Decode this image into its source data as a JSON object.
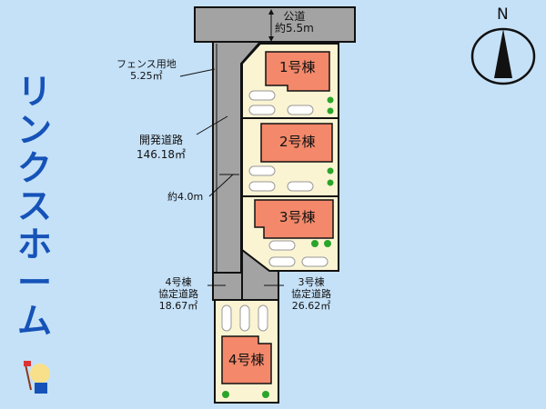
{
  "compass": {
    "label": "N"
  },
  "brand": {
    "name_chars": [
      "リ",
      "ン",
      "ク",
      "ス",
      "ホ",
      "ー",
      "ム"
    ],
    "color": "#1553b8"
  },
  "public_road": {
    "line1": "公道",
    "line2": "約5.5m"
  },
  "fence_land": {
    "line1": "フェンス用地",
    "line2": "5.25㎡"
  },
  "dev_road": {
    "line1": "開発道路",
    "line2": "146.18㎡"
  },
  "road_width": {
    "label": "約4.0m"
  },
  "road4": {
    "line1": "4号棟",
    "line2": "協定道路",
    "line3": "18.67㎡"
  },
  "road3": {
    "line1": "3号棟",
    "line2": "協定道路",
    "line3": "26.62㎡"
  },
  "lots": [
    {
      "label": "1号棟"
    },
    {
      "label": "2号棟"
    },
    {
      "label": "3号棟"
    },
    {
      "label": "4号棟"
    }
  ],
  "colors": {
    "sky": "#c5e1f8",
    "road": "#a3a3a3",
    "lot": "#faf4d3",
    "house": "#f3886a",
    "tree": "#2aa52a"
  }
}
